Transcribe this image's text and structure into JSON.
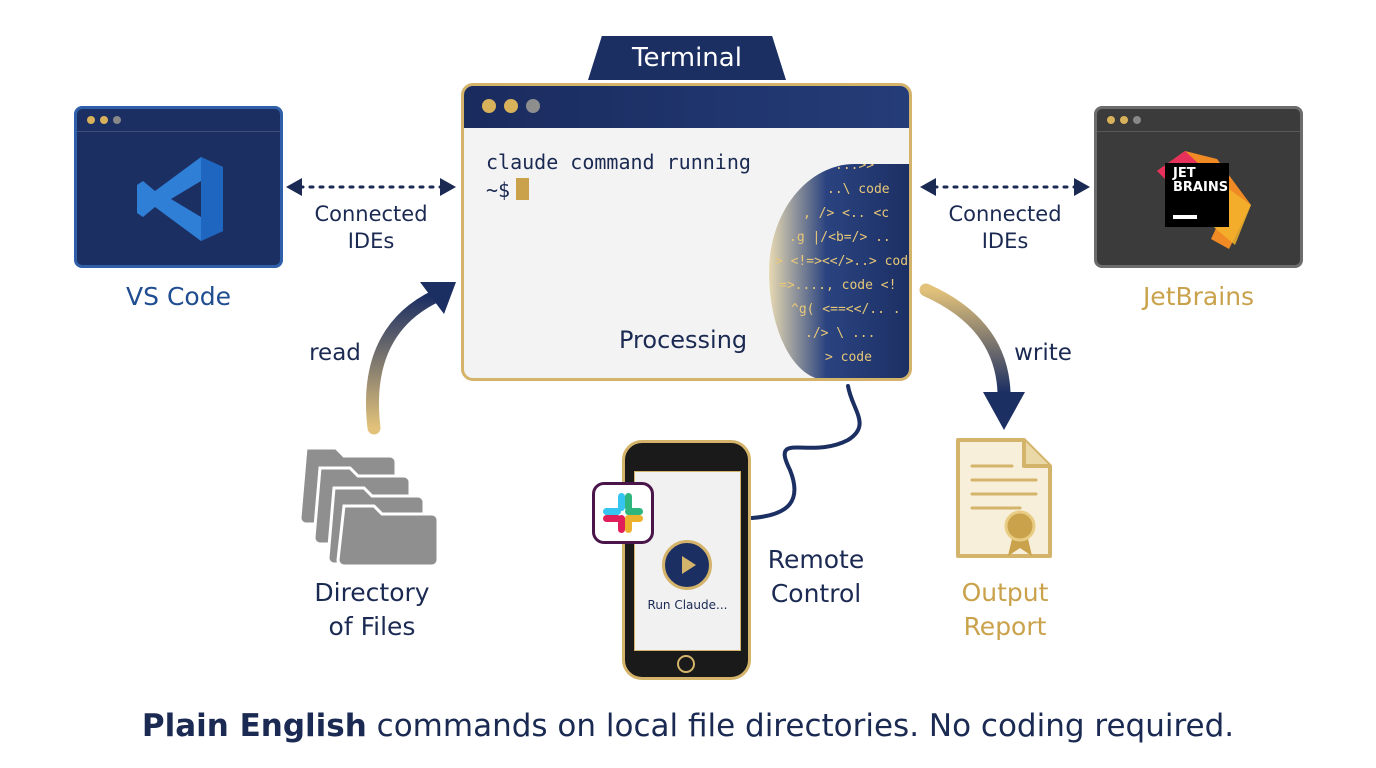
{
  "terminal": {
    "tab_label": "Terminal",
    "command_line": "claude command running",
    "prompt": "~$",
    "status": "Processing",
    "code_stream": [
      "...>> ",
      "..\\ code",
      ", /> <.. <c",
      ".g |/<b=/> ..",
      "> <!=><</>..> cod",
      "=>...., code <!",
      "^g( <==<</.. .",
      "./> \\ ...",
      "> code"
    ]
  },
  "left_ide": {
    "name": "VS Code",
    "icon": "vscode-logo-icon",
    "link_label_line1": "Connected",
    "link_label_line2": "IDEs"
  },
  "right_ide": {
    "name": "JetBrains",
    "icon": "jetbrains-logo-icon",
    "logo_text_line1": "JET",
    "logo_text_line2": "BRAINS",
    "link_label_line1": "Connected",
    "link_label_line2": "IDEs"
  },
  "input": {
    "arrow_label": "read",
    "label_line1": "Directory",
    "label_line2": "of Files",
    "icon": "folders-icon"
  },
  "output": {
    "arrow_label": "write",
    "label_line1": "Output",
    "label_line2": "Report",
    "icon": "certificate-document-icon"
  },
  "remote": {
    "phone_button_label": "Run Claude...",
    "label_line1": "Remote",
    "label_line2": "Control",
    "slack_icon": "slack-icon",
    "play_icon": "play-icon"
  },
  "footer": {
    "bold_text": "Plain English",
    "rest_text": " commands on local file directories. No coding required."
  },
  "colors": {
    "navy": "#1b2a52",
    "gold": "#c9a24b",
    "vscode_blue": "#2f7fd6",
    "jetbrains_dark": "#3b3b3b"
  }
}
